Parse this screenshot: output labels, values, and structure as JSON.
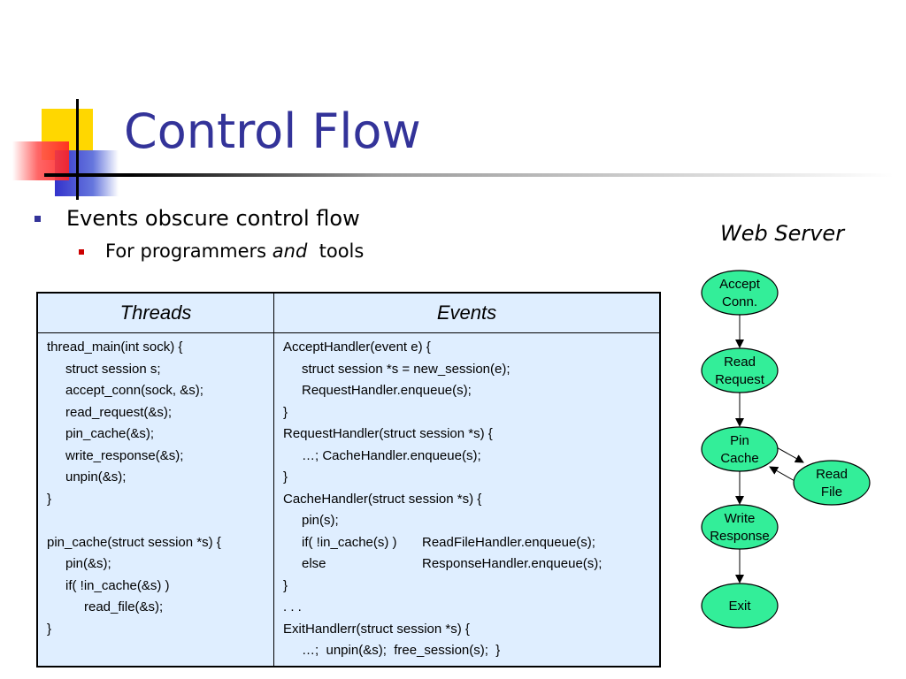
{
  "slide": {
    "title": "Control Flow",
    "bullets": [
      {
        "text": "Events obscure control flow"
      },
      {
        "text_before": "For programmers ",
        "emphasis": "and",
        "text_after": "  tools"
      }
    ],
    "diagram_label": "Web Server"
  },
  "table": {
    "headers": [
      "Threads",
      "Events"
    ],
    "threads_code": [
      {
        "indent": 0,
        "text": "thread_main(int sock) {"
      },
      {
        "indent": 1,
        "text": "struct session s;"
      },
      {
        "indent": 1,
        "text": "accept_conn(sock, &s);"
      },
      {
        "indent": 1,
        "text": "read_request(&s);"
      },
      {
        "indent": 1,
        "text": "pin_cache(&s);"
      },
      {
        "indent": 1,
        "text": "write_response(&s);"
      },
      {
        "indent": 1,
        "text": "unpin(&s);"
      },
      {
        "indent": 0,
        "text": "}"
      },
      {
        "indent": 0,
        "text": ""
      },
      {
        "indent": 0,
        "text": "pin_cache(struct session *s) {"
      },
      {
        "indent": 1,
        "text": "pin(&s);"
      },
      {
        "indent": 1,
        "text": "if( !in_cache(&s) )"
      },
      {
        "indent": 2,
        "text": "read_file(&s);"
      },
      {
        "indent": 0,
        "text": "}"
      }
    ],
    "events_code": [
      {
        "indent": 0,
        "text": "AcceptHandler(event e) {"
      },
      {
        "indent": 1,
        "text": "struct session *s = new_session(e);"
      },
      {
        "indent": 1,
        "text": "RequestHandler.enqueue(s);"
      },
      {
        "indent": 0,
        "text": "}"
      },
      {
        "indent": 0,
        "text": "RequestHandler(struct session *s) {"
      },
      {
        "indent": 1,
        "text": "…; CacheHandler.enqueue(s);"
      },
      {
        "indent": 0,
        "text": "}"
      },
      {
        "indent": 0,
        "text": "CacheHandler(struct session *s) {"
      },
      {
        "indent": 1,
        "text": "pin(s);"
      },
      {
        "indent": 1,
        "text": "if( !in_cache(s) )",
        "col2": "ReadFileHandler.enqueue(s);"
      },
      {
        "indent": 1,
        "text": "else",
        "col2": "ResponseHandler.enqueue(s);"
      },
      {
        "indent": 0,
        "text": "}"
      },
      {
        "indent": 0,
        "text": ". . ."
      },
      {
        "indent": 0,
        "text": "ExitHandlerr(struct session *s) {"
      },
      {
        "indent": 1,
        "text": "…;  unpin(&s);  free_session(s);  }"
      }
    ]
  },
  "flow": {
    "node_fill": "#33ee99",
    "nodes": [
      {
        "id": "accept",
        "lines": [
          "Accept",
          "Conn."
        ]
      },
      {
        "id": "read-request",
        "lines": [
          "Read",
          "Request"
        ]
      },
      {
        "id": "pin-cache",
        "lines": [
          "Pin",
          "Cache"
        ]
      },
      {
        "id": "read-file",
        "lines": [
          "Read",
          "File"
        ]
      },
      {
        "id": "write-response",
        "lines": [
          "Write",
          "Response"
        ]
      },
      {
        "id": "exit",
        "lines": [
          "Exit"
        ]
      }
    ]
  }
}
